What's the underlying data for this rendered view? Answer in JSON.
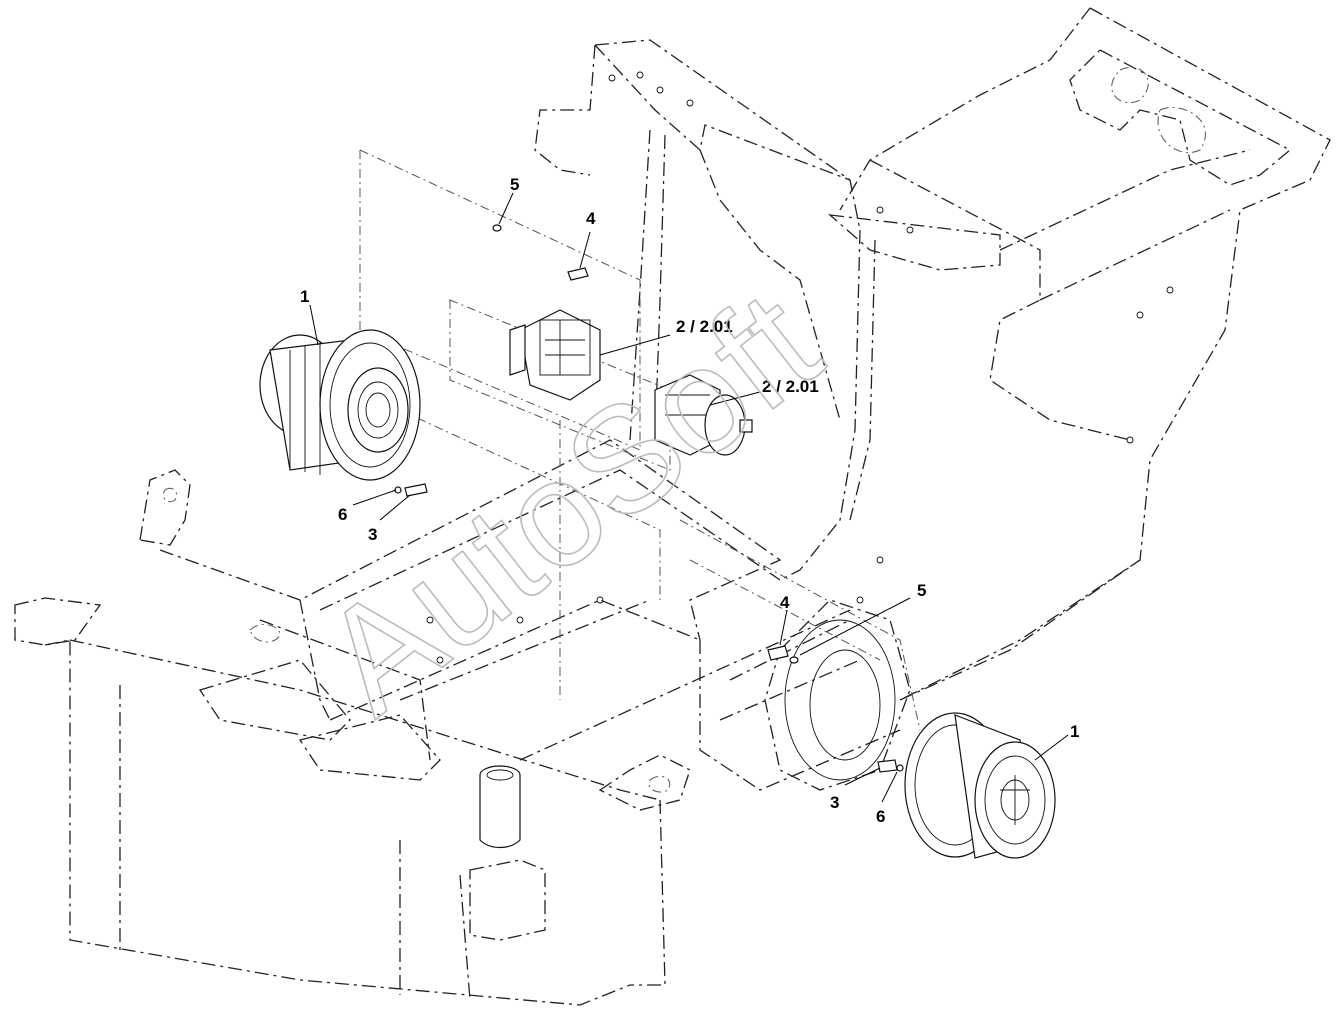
{
  "watermark": "AutoSoft",
  "callouts": [
    {
      "id": "c1-left",
      "text": "1"
    },
    {
      "id": "c1-right",
      "text": "1"
    },
    {
      "id": "c2-upper",
      "text": "2 / 2.01"
    },
    {
      "id": "c2-lower",
      "text": "2 / 2.01"
    },
    {
      "id": "c3-left",
      "text": "3"
    },
    {
      "id": "c3-right",
      "text": "3"
    },
    {
      "id": "c4-upper",
      "text": "4"
    },
    {
      "id": "c4-lower",
      "text": "4"
    },
    {
      "id": "c5-upper",
      "text": "5"
    },
    {
      "id": "c5-lower",
      "text": "5"
    },
    {
      "id": "c6-left",
      "text": "6"
    },
    {
      "id": "c6-right",
      "text": "6"
    }
  ],
  "colors": {
    "line": "#111111",
    "watermark": "#bbbbbb",
    "background": "#ffffff"
  }
}
